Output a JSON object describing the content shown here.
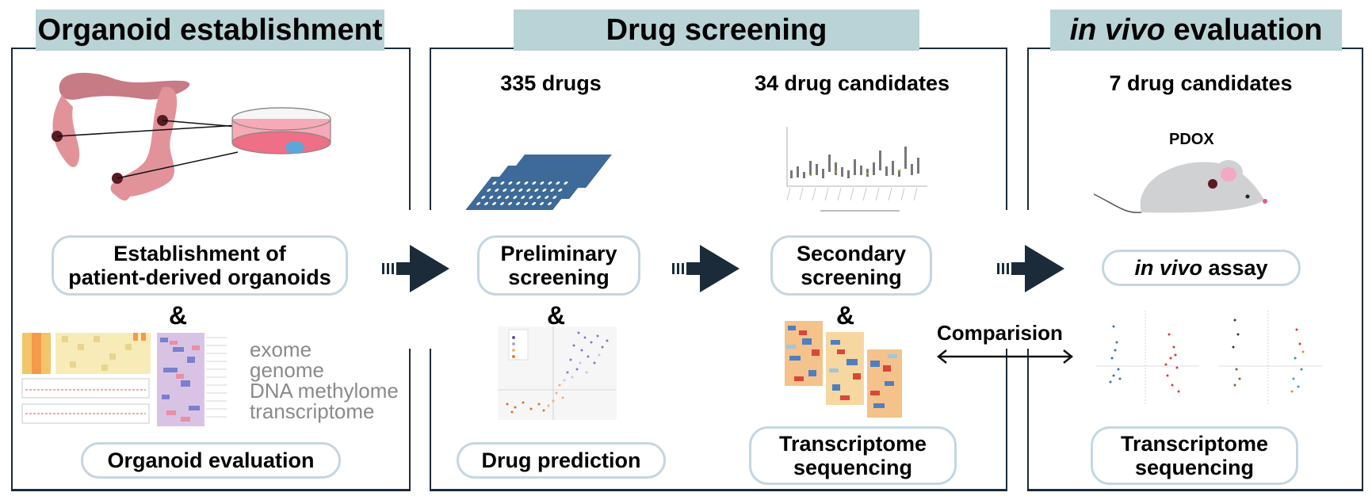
{
  "sections": {
    "organoid": {
      "title": "Organoid establishment"
    },
    "screening": {
      "title": "Drug screening"
    },
    "invivo": {
      "title_italic": "in vivo",
      "title_rest": " evaluation"
    }
  },
  "counts": {
    "drugs": "335 drugs",
    "candidates34": "34 drug candidates",
    "candidates7": "7 drug candidates"
  },
  "steps": {
    "establishment_line1": "Establishment of",
    "establishment_line2": "patient-derived organoids",
    "preliminary_line1": "Preliminary",
    "preliminary_line2": "screening",
    "secondary_line1": "Secondary",
    "secondary_line2": "screening",
    "invivo_italic": "in vivo",
    "invivo_rest": " assay",
    "organoid_eval": "Organoid evaluation",
    "drug_prediction": "Drug prediction",
    "transcriptome1_line1": "Transcriptome",
    "transcriptome1_line2": "sequencing",
    "transcriptome2_line1": "Transcriptome",
    "transcriptome2_line2": "sequencing"
  },
  "amp": "&",
  "omics": [
    "exome",
    "genome",
    "DNA methylome",
    "transcriptome"
  ],
  "pdox": "PDOX",
  "comparison": "Comparision",
  "colors": {
    "frame": "#1b2b3a",
    "header_bg": "#b9d3d6",
    "pill_border": "#c5d6e0",
    "arrow": "#1b2b3a",
    "colon": "#d98a92",
    "plate": "#3d6a99"
  }
}
